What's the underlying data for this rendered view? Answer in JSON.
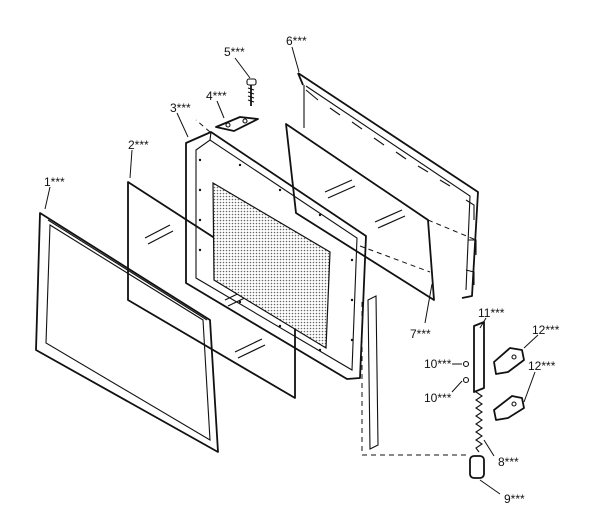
{
  "labels": {
    "p1": "1***",
    "p2": "2***",
    "p3": "3***",
    "p4": "4***",
    "p5": "5***",
    "p6": "6***",
    "p7": "7***",
    "p8": "8***",
    "p9": "9***",
    "p10a": "10***",
    "p10b": "10***",
    "p11": "11***",
    "p12a": "12***",
    "p12b": "12***"
  }
}
